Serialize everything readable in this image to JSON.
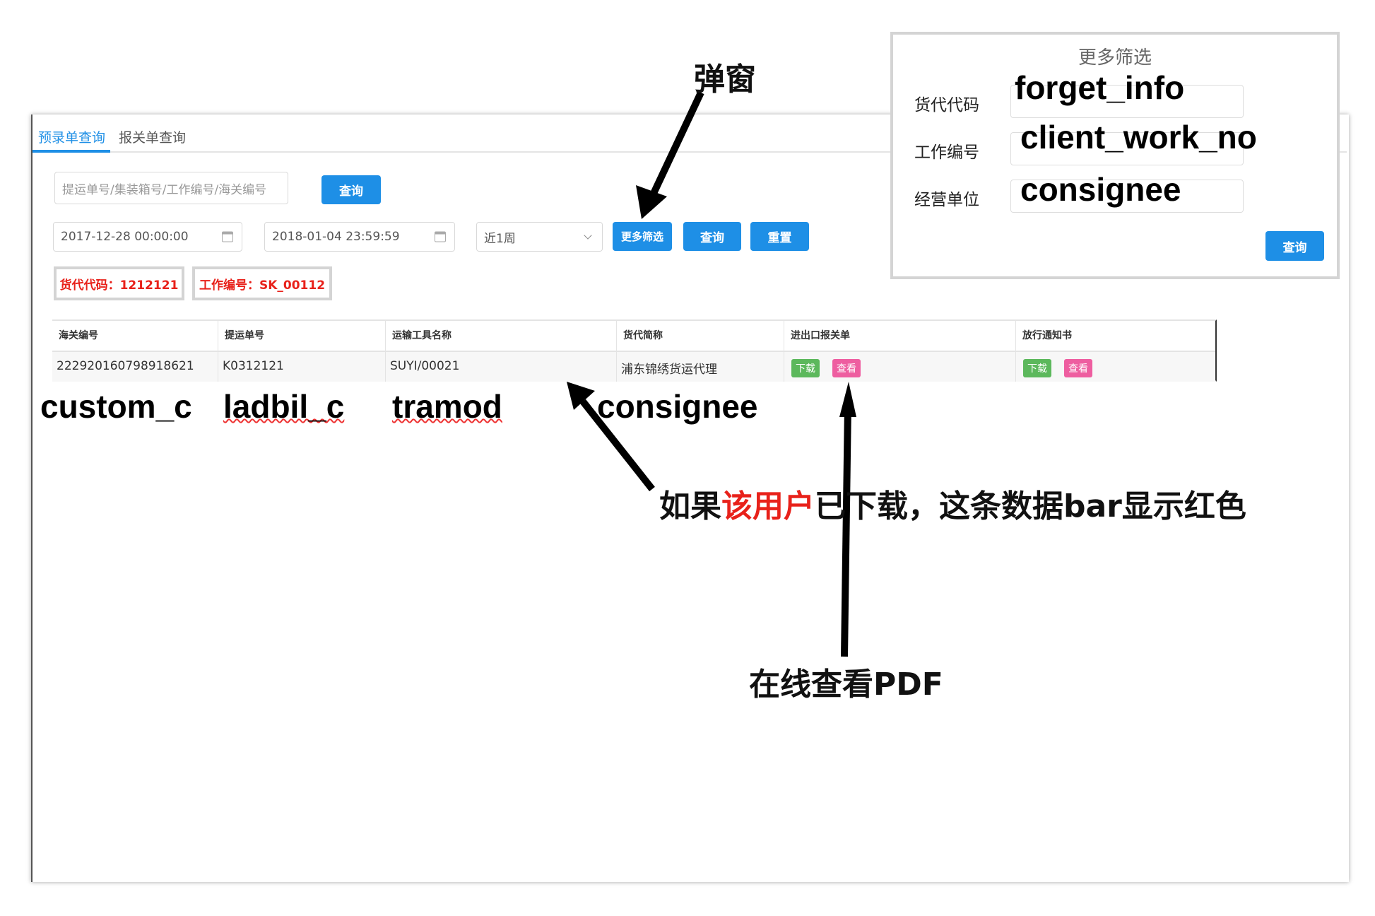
{
  "tabs": [
    {
      "label": "预录单查询",
      "active": true
    },
    {
      "label": "报关单查询",
      "active": false
    }
  ],
  "search": {
    "placeholder": "提运单号/集装箱号/工作编号/海关编号",
    "button": "查询"
  },
  "filters": {
    "start_date": "2017-12-28 00:00:00",
    "end_date": "2018-01-04 23:59:59",
    "range": "近1周",
    "more_button": "更多筛选",
    "query_button": "查询",
    "reset_button": "重置"
  },
  "active_tags": [
    "货代代码：1212121",
    "工作编号：SK_00112"
  ],
  "table": {
    "headers": [
      "海关编号",
      "提运单号",
      "运输工具名称",
      "货代简称",
      "进出口报关单",
      "放行通知书"
    ],
    "rows": [
      {
        "customs_no": "222920160798918621",
        "bill_no": "K0312121",
        "transport": "SUYI/00021",
        "agent": "浦东锦绣货运代理",
        "download": "下载",
        "view": "查看"
      }
    ]
  },
  "field_annotations": {
    "customs": "custom_c",
    "bill": "ladbil_c",
    "transport": "tramod",
    "agent": "consignee"
  },
  "popup": {
    "title": "更多筛选",
    "fields": [
      {
        "label": "货代代码",
        "value": "forget_info"
      },
      {
        "label": "工作编号",
        "value": "client_work_no"
      },
      {
        "label": "经营单位",
        "value": "consignee"
      }
    ],
    "button": "查询"
  },
  "annotations": {
    "popup": "弹窗",
    "downloaded_prefix": "如果",
    "downloaded_red": "该用户",
    "downloaded_suffix": "已下载，这条数据bar显示红色",
    "pdf": "在线查看PDF"
  },
  "colors": {
    "primary": "#1e8fe6",
    "tag_text": "#e8211a",
    "download": "#5cb85c",
    "view": "#ee5ea0",
    "highlight": "#e8211a"
  }
}
